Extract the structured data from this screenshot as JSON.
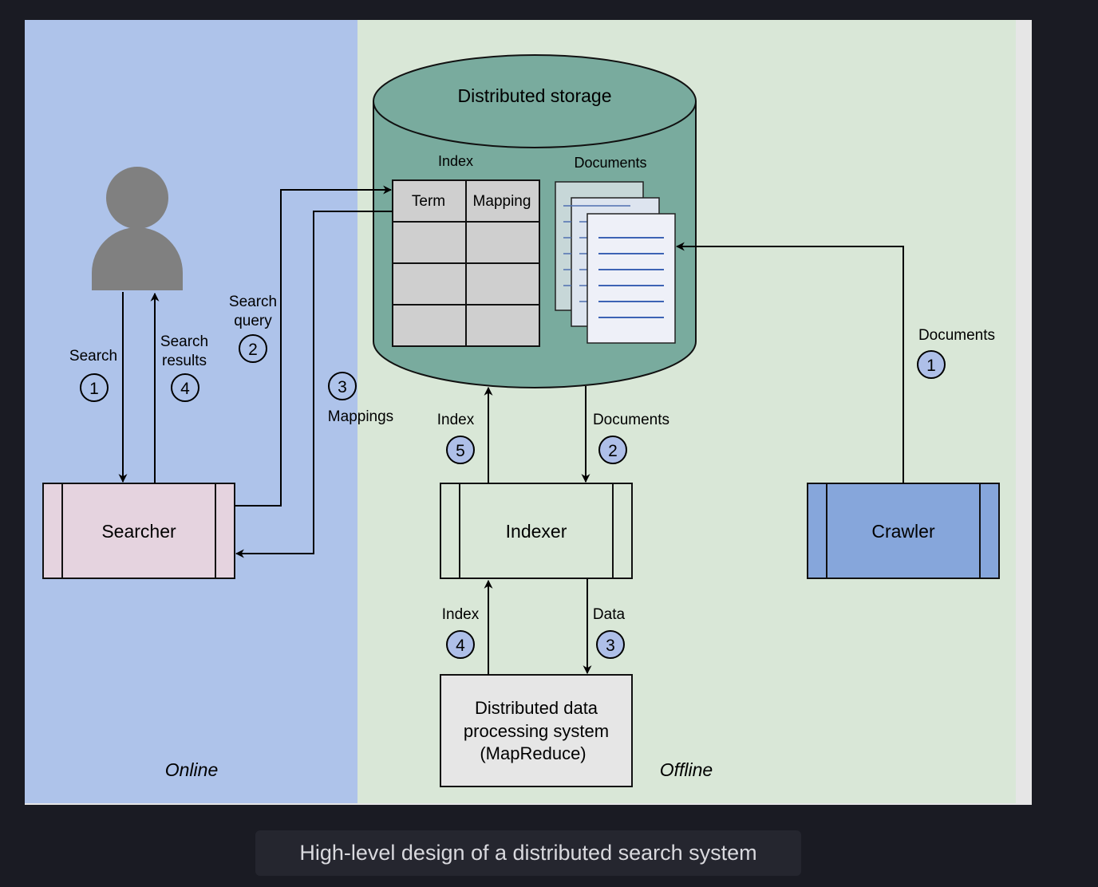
{
  "diagram": {
    "zones": {
      "online": "Online",
      "offline": "Offline"
    },
    "storage": {
      "title": "Distributed storage",
      "index_label": "Index",
      "documents_label": "Documents",
      "table_headers": [
        "Term",
        "Mapping"
      ]
    },
    "components": {
      "searcher": "Searcher",
      "indexer": "Indexer",
      "crawler": "Crawler",
      "mapreduce": [
        "Distributed data",
        "processing system",
        "(MapReduce)"
      ]
    },
    "edges": {
      "search": {
        "label": "Search",
        "step": "1"
      },
      "search_results": {
        "label": [
          "Search",
          "results"
        ],
        "step": "4"
      },
      "search_query": {
        "label": [
          "Search",
          "query"
        ],
        "step": "2"
      },
      "mappings": {
        "label": "Mappings",
        "step": "3"
      },
      "crawler_documents": {
        "label": "Documents",
        "step": "1"
      },
      "storage_documents": {
        "label": "Documents",
        "step": "2"
      },
      "indexer_data": {
        "label": "Data",
        "step": "3"
      },
      "mapreduce_index": {
        "label": "Index",
        "step": "4"
      },
      "indexer_index": {
        "label": "Index",
        "step": "5"
      }
    },
    "colors": {
      "online_bg": "#aec3ea",
      "offline_bg": "#d9e7d7",
      "storage_fill": "#79ab9e",
      "searcher_fill": "#e5d3df",
      "crawler_fill": "#86a6db",
      "badge_fill": "#aebfe8"
    }
  },
  "caption": "High-level design of a distributed search system"
}
